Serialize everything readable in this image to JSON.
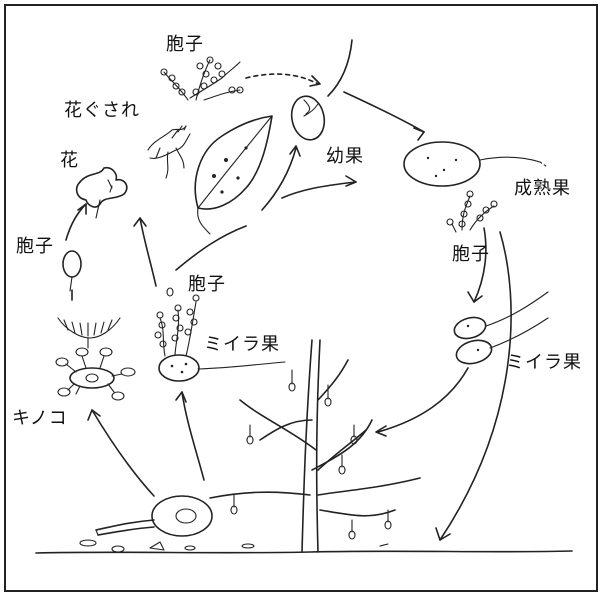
{
  "labels": {
    "spore_top": "胞子",
    "flower_cluster": "花ぐされ",
    "flower": "花",
    "young_fruit": "幼果",
    "mature_fruit": "成熟果",
    "spore_left": "胞子",
    "spore_right": "胞子",
    "spore_middle": "胞子",
    "mummy_middle": "ミイラ果",
    "mummy_right": "ミイラ果",
    "mushroom": "キノコ"
  }
}
